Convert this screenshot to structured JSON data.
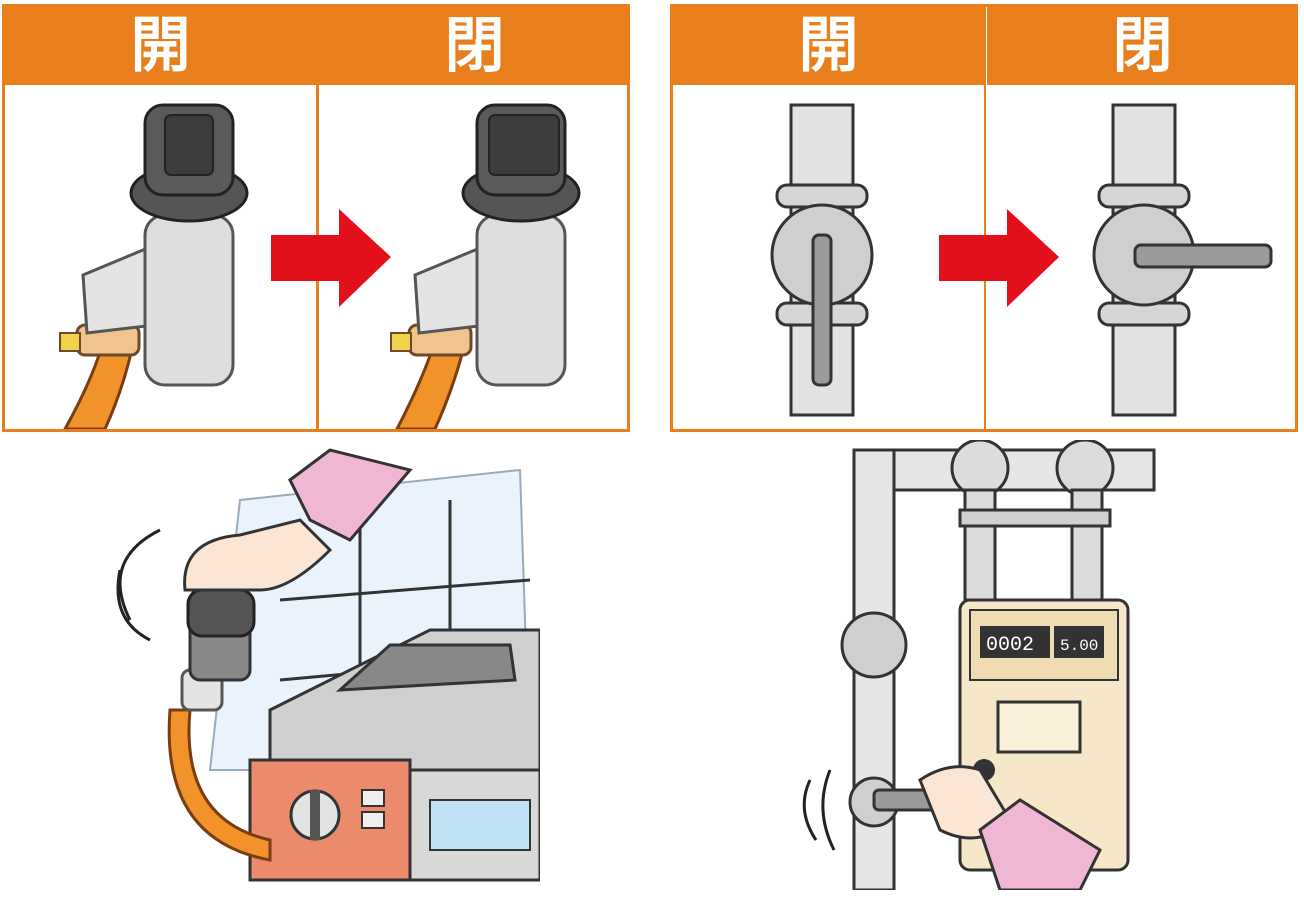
{
  "panels": [
    {
      "id": "cock",
      "labels": {
        "open": "開",
        "closed": "閉"
      }
    },
    {
      "id": "valve",
      "labels": {
        "open": "開",
        "closed": "閉"
      }
    }
  ],
  "meter": {
    "reading": "0002",
    "unit": "5.00"
  },
  "colors": {
    "header": "#e87e1c",
    "arrow": "#e3101b",
    "hose": "#f2922a",
    "pipe": "#dcdcdc",
    "knob": "#4a4a4a",
    "sleeve": "#f0b7d4",
    "skin": "#fbe6d5"
  }
}
